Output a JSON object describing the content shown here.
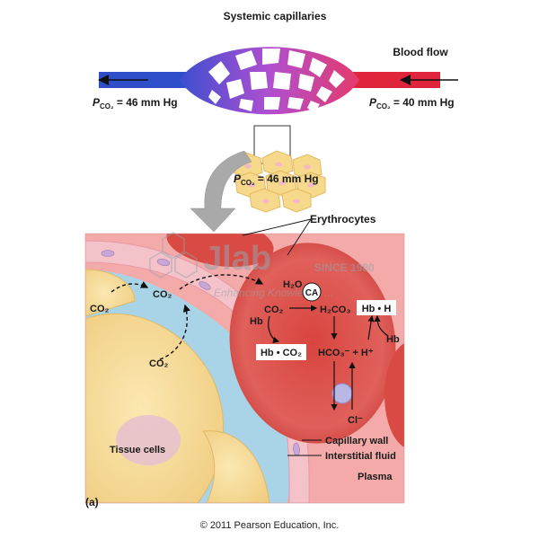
{
  "top": {
    "title": "Systemic capillaries",
    "blood_flow": "Blood flow",
    "left_p": "P",
    "left_sub": "CO₂",
    "left_value": " = 46 mm Hg",
    "right_p": "P",
    "right_sub": "CO₂",
    "right_value": " = 40 mm Hg",
    "tissue_p": "P",
    "tissue_sub": "CO₂",
    "tissue_value": " = 46 mm Hg"
  },
  "detail": {
    "erythrocytes": "Erythrocytes",
    "co2_tissue": "CO₂",
    "co2_top": "CO₂",
    "co2_wall": "CO₂",
    "h2o": "H₂O",
    "ca": "CA",
    "co2_rbc": "CO₂",
    "h2co3": "H₂CO₃",
    "hb_h": "Hb • H",
    "hb_left": "Hb",
    "hb_right": "Hb",
    "hb_co2": "Hb • CO₂",
    "hco3": "HCO₃⁻ + H⁺",
    "cl": "Cl⁻",
    "capillary_wall": "Capillary wall",
    "interstitial_fluid": "Interstitial fluid",
    "tissue_cells": "Tissue cells",
    "plasma": "Plasma"
  },
  "panel_label": "(a)",
  "copyright": "© 2011 Pearson Education, Inc.",
  "watermark": {
    "logo": "Jlab",
    "since": "SINCE 1980",
    "tagline": "Enhancing Knowledge ..."
  },
  "colors": {
    "venous_blue": "#2e4fc9",
    "arterial_red": "#e0243c",
    "capillary_purple": "#b04fd0",
    "plasma_pink": "#f3a9a6",
    "rbc_red": "#e0504a",
    "interstitial_blue": "#a9d4e8",
    "tissue_yellow": "#f6dc97",
    "wall_pink": "#f2b7bf"
  }
}
